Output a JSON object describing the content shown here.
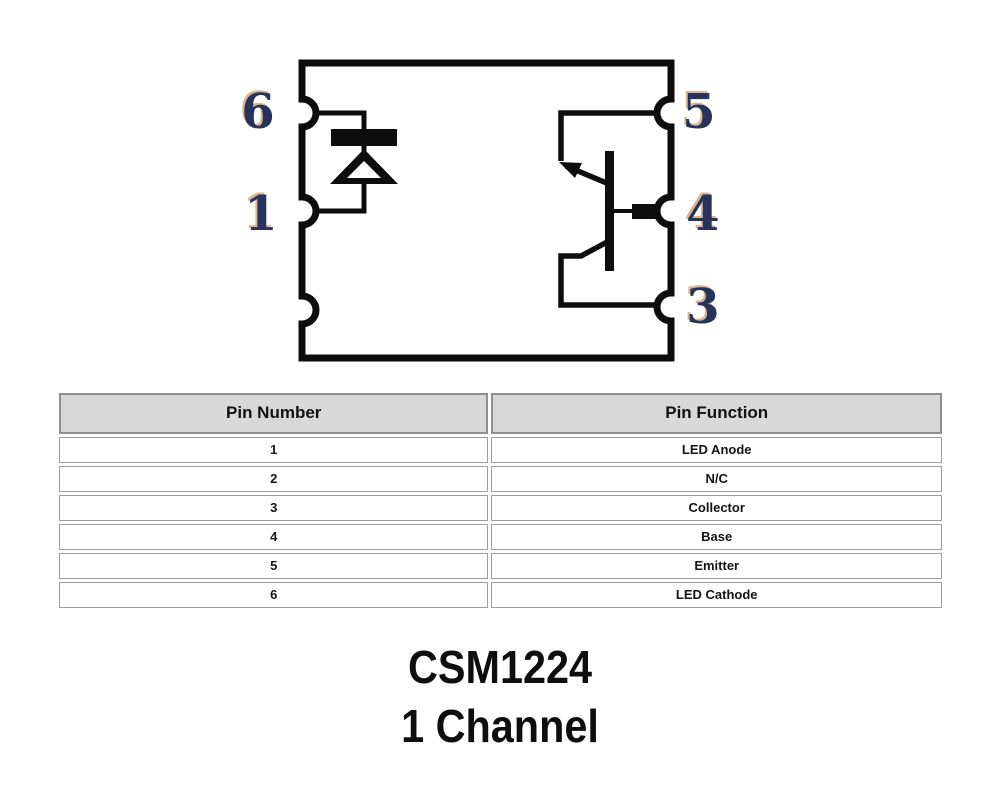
{
  "page": {
    "background": "#ffffff"
  },
  "diagram": {
    "description": "6-pin optocoupler package outline with internal LED and phototransistor",
    "pin_labels": {
      "pin6": "6",
      "pin1": "1",
      "pin5": "5",
      "pin4": "4",
      "pin3": "3"
    },
    "pin_label_color": "#28335b",
    "pin_label_shadow_color": "#c07a35",
    "line_color": "#0d0d0d"
  },
  "pin_table": {
    "headers": {
      "pin_number": "Pin Number",
      "pin_function": "Pin Function"
    },
    "header_bg": "#d8d8d8",
    "border_color": "#9e9e9e",
    "rows": [
      {
        "number": "1",
        "function": "LED Anode"
      },
      {
        "number": "2",
        "function": "N/C"
      },
      {
        "number": "3",
        "function": "Collector"
      },
      {
        "number": "4",
        "function": "Base"
      },
      {
        "number": "5",
        "function": "Emitter"
      },
      {
        "number": "6",
        "function": "LED Cathode"
      }
    ]
  },
  "footer": {
    "part_number": "CSM1224",
    "channel_label": "1 Channel",
    "text_color": "#0e0e0e"
  }
}
